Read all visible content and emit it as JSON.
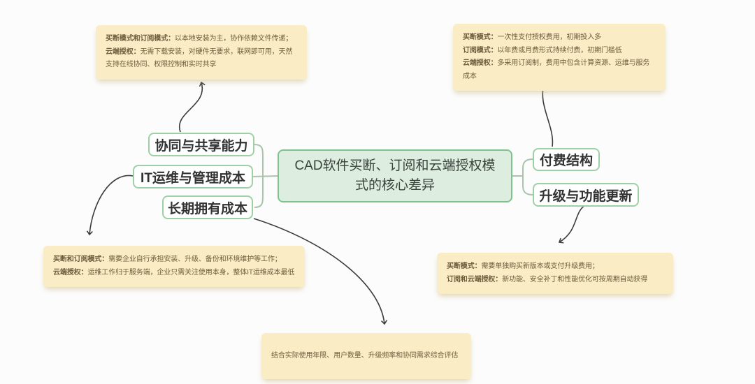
{
  "colors": {
    "canvas_bg": "#fcfcfc",
    "note_bg": "#faecc5",
    "note_text": "#6d5c3c",
    "node_border": "#9fd0a5",
    "node_text": "#323232",
    "center_bg": "#ddeee0",
    "center_border": "#7fc28b",
    "center_text": "#3a423c",
    "connector": "#a9c4aa",
    "arrow": "#3b3b3b"
  },
  "center": {
    "title": "CAD软件买断、订阅和云端授权模式的核心差异"
  },
  "branches": {
    "left": [
      {
        "label": "协同与共享能力"
      },
      {
        "label": "IT运维与管理成本"
      },
      {
        "label": "长期拥有成本"
      }
    ],
    "right": [
      {
        "label": "付费结构"
      },
      {
        "label": "升级与功能更新"
      }
    ]
  },
  "notes": {
    "top_left": {
      "lines": [
        {
          "label": "买断模式和订阅模式：",
          "text": "以本地安装为主，协作依赖文件传递；"
        },
        {
          "label": "云端授权：",
          "text": "无需下载安装，对硬件无要求，联网即可用，天然支持在线协同、权限控制和实时共享"
        }
      ]
    },
    "top_right": {
      "lines": [
        {
          "label": "买断模式：",
          "text": "一次性支付授权费用，初期投入多"
        },
        {
          "label": "订阅模式：",
          "text": "以年费或月费形式持续付费，初期门槛低"
        },
        {
          "label": "云端授权：",
          "text": "多采用订阅制，费用中包含计算资源、运维与服务成本"
        }
      ]
    },
    "bottom_left": {
      "lines": [
        {
          "label": "买断和订阅模式：",
          "text": "需要企业自行承担安装、升级、备份和环境维护等工作；"
        },
        {
          "label": "云端授权：",
          "text": "运维工作归于服务端，企业只需关注使用本身，整体IT运维成本最低"
        }
      ]
    },
    "bottom_right": {
      "lines": [
        {
          "label": "买断模式：",
          "text": "需要单独购买新版本或支付升级费用；"
        },
        {
          "label": "订阅和云端授权：",
          "text": "新功能、安全补丁和性能优化可按周期自动获得"
        }
      ]
    },
    "bottom_center": {
      "lines": [
        {
          "text": "结合实际使用年限、用户数量、升级频率和协同需求综合评估"
        }
      ]
    }
  }
}
